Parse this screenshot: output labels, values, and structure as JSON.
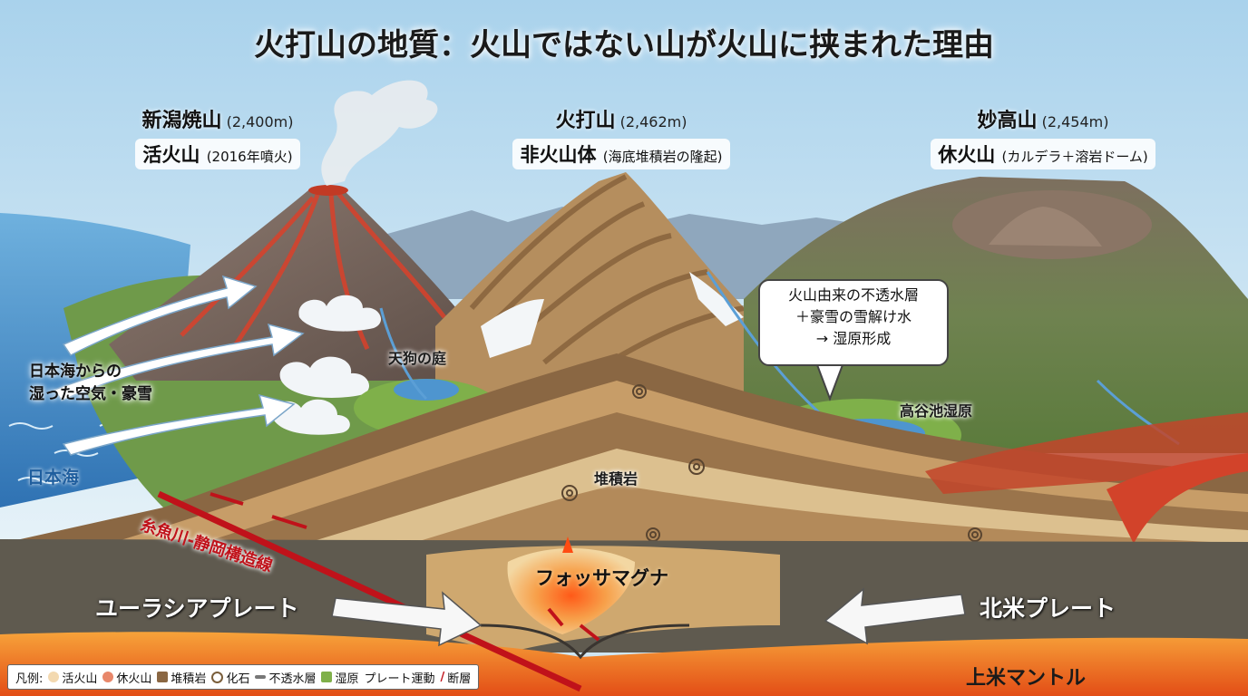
{
  "title": "火打山の地質：火山ではない山が火山に挟まれた理由",
  "peaks": [
    {
      "name": "新潟焼山",
      "elevation": "(2,400m)",
      "status": "活火山",
      "status_note": "(2016年噴火)"
    },
    {
      "name": "火打山",
      "elevation": "(2,462m)",
      "status": "非火山体",
      "status_note": "(海底堆積岩の隆起)"
    },
    {
      "name": "妙高山",
      "elevation": "(2,454m)",
      "status": "休火山",
      "status_note": "(カルデラ＋溶岩ドーム)"
    }
  ],
  "callout": {
    "line1": "火山由来の不透水層",
    "line2": "＋豪雪の雪解け水",
    "line3": "→ 湿原形成"
  },
  "labels": {
    "tengu": "天狗の庭",
    "takaya": "高谷池湿原",
    "sedimentary": "堆積岩",
    "air_line1": "日本海からの",
    "air_line2": "湿った空気・豪雪",
    "sea": "日本海",
    "fault": "糸魚川-静岡構造線",
    "fossa": "フォッサマグナ",
    "eurasia": "ユーラシアプレート",
    "namerica": "北米プレート",
    "mantle": "上米マントル"
  },
  "legend": {
    "prefix": "凡例:",
    "items": [
      {
        "label": "活火山",
        "icon": "active-volcano-swatch",
        "color": "#f3d9b0"
      },
      {
        "label": "休火山",
        "icon": "dormant-volcano-swatch",
        "color": "#e8876a"
      },
      {
        "label": "堆積岩",
        "icon": "sedimentary-swatch",
        "color": "#8a6743"
      },
      {
        "label": "化石",
        "icon": "ammonite-fossil-icon",
        "color": "#b79a6e"
      },
      {
        "label": "不透水層",
        "icon": "impermeable-layer-swatch",
        "color": "#777777"
      },
      {
        "label": "湿原",
        "icon": "wetland-swatch",
        "color": "#7fb04a"
      },
      {
        "label": "プレート運動",
        "icon": "plate-motion-arrow",
        "color": "#ffffff"
      },
      {
        "label": "断層",
        "icon": "fault-line-icon",
        "color": "#c0121a"
      }
    ]
  },
  "colors": {
    "fault": "#c0121a",
    "sea": "#3d86c2",
    "mantle": "#e8621c",
    "magma": "#f05a1e"
  }
}
